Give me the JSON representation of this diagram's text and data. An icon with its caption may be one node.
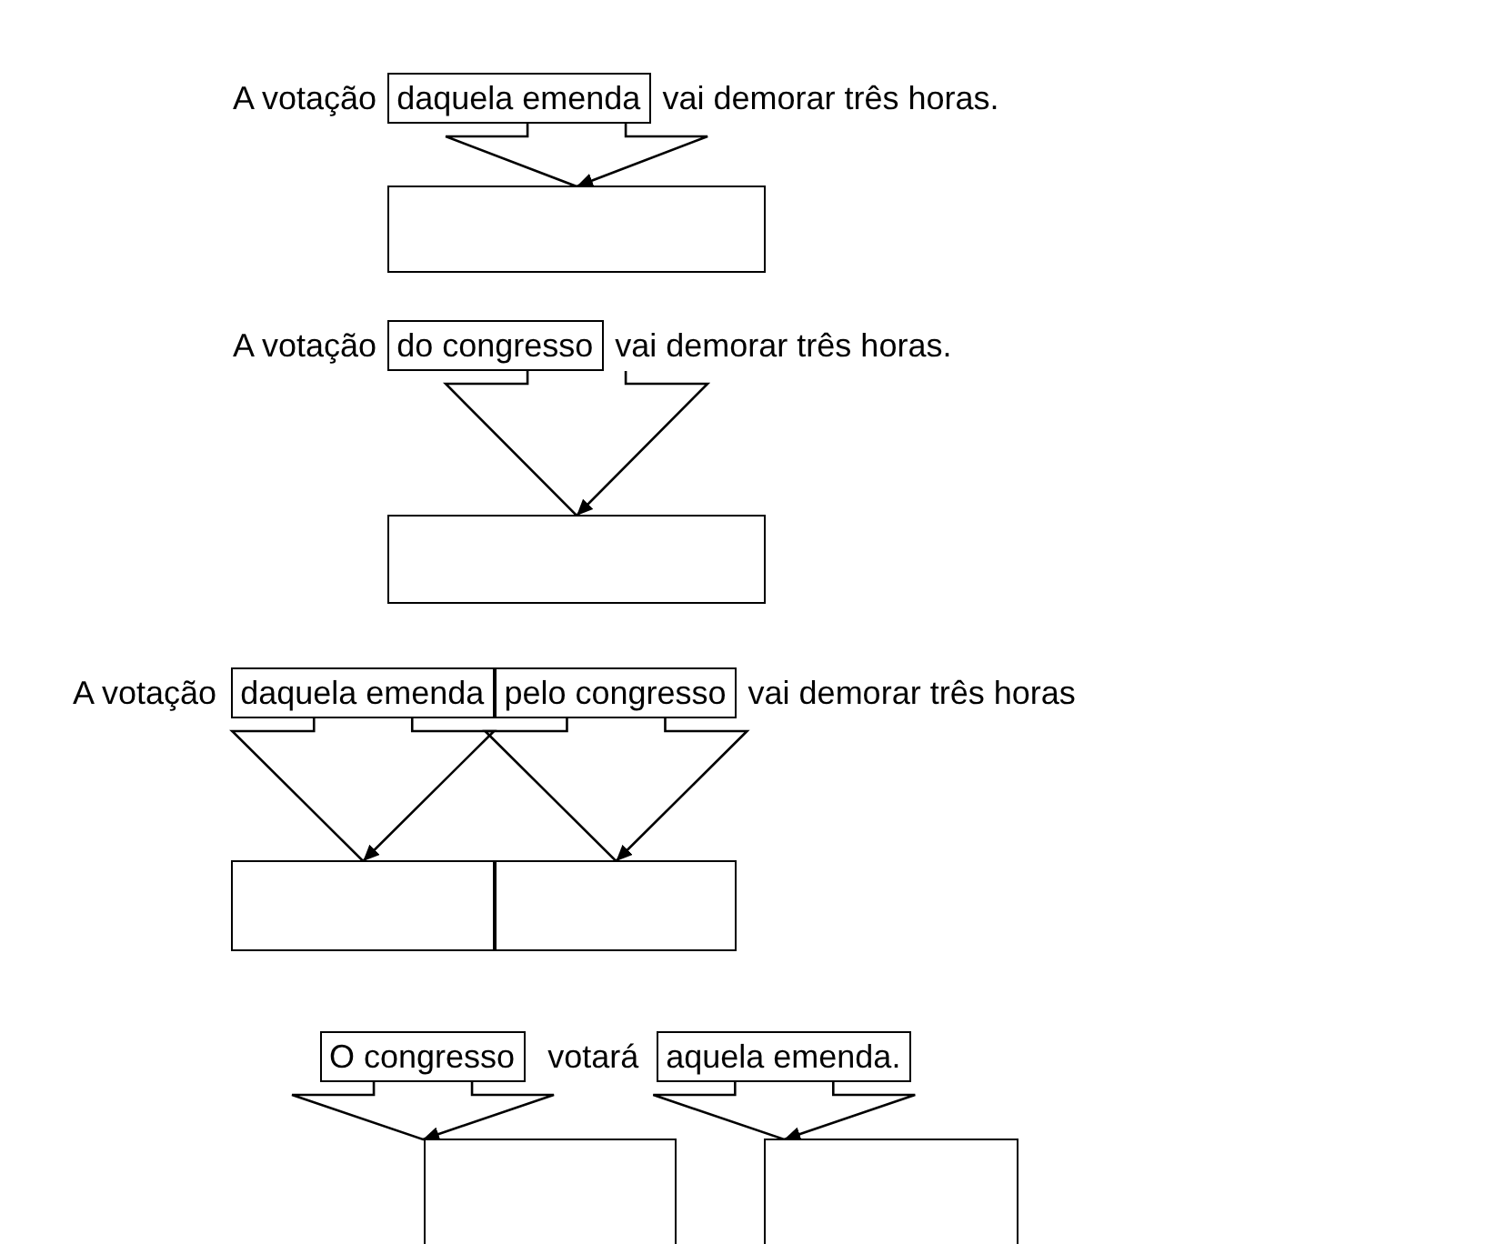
{
  "diagram": {
    "nodes": [
      {
        "text": [
          "daquela emenda"
        ]
      },
      {
        "text": [],
        "shape": "box"
      },
      {
        "text": [
          "do congresso"
        ]
      },
      {
        "text": [],
        "shape": "box"
      },
      {
        "text": [
          "daquela emenda"
        ]
      },
      {
        "text": [
          "pelo congresso"
        ]
      },
      {
        "text": [],
        "shape": "box"
      },
      {
        "text": [],
        "shape": "box"
      },
      {
        "text": [
          "O congresso"
        ]
      },
      {
        "text": [
          "aquela emenda."
        ]
      },
      {
        "text": [],
        "shape": "box"
      },
      {
        "text": [],
        "shape": "box"
      }
    ],
    "edges": [
      {
        "from": 0,
        "to": 1,
        "arrow": "to"
      },
      {
        "from": 2,
        "to": 3,
        "arrow": "to"
      },
      {
        "from": 4,
        "to": 6,
        "arrow": "to"
      },
      {
        "from": 5,
        "to": 7,
        "arrow": "to"
      },
      {
        "from": 8,
        "to": 10,
        "arrow": "to"
      },
      {
        "from": 9,
        "to": 11,
        "arrow": "to"
      }
    ],
    "labels": [
      "A votação",
      "vai demorar três horas.",
      "A votação",
      "vai demorar três horas.",
      "A votação",
      "vai demorar três horas",
      "votará"
    ]
  }
}
